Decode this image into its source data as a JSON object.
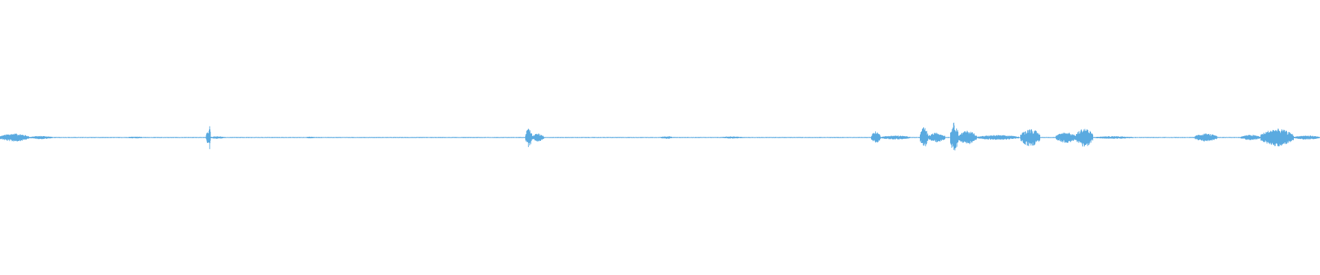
{
  "waveform": {
    "color": "#5aaae0",
    "background": "#ffffff",
    "baseline_amplitude": 0.004,
    "segments": [
      {
        "start": 0.0,
        "end": 0.022,
        "amplitude": 0.03
      },
      {
        "start": 0.022,
        "end": 0.04,
        "amplitude": 0.012
      },
      {
        "start": 0.095,
        "end": 0.11,
        "amplitude": 0.007
      },
      {
        "start": 0.156,
        "end": 0.159,
        "amplitude": 0.045
      },
      {
        "start": 0.158,
        "end": 0.1595,
        "amplitude": 0.09
      },
      {
        "start": 0.159,
        "end": 0.17,
        "amplitude": 0.01
      },
      {
        "start": 0.23,
        "end": 0.24,
        "amplitude": 0.006
      },
      {
        "start": 0.398,
        "end": 0.403,
        "amplitude": 0.07
      },
      {
        "start": 0.403,
        "end": 0.412,
        "amplitude": 0.03
      },
      {
        "start": 0.5,
        "end": 0.51,
        "amplitude": 0.01
      },
      {
        "start": 0.545,
        "end": 0.565,
        "amplitude": 0.008
      },
      {
        "start": 0.66,
        "end": 0.667,
        "amplitude": 0.045
      },
      {
        "start": 0.667,
        "end": 0.69,
        "amplitude": 0.015
      },
      {
        "start": 0.697,
        "end": 0.703,
        "amplitude": 0.075
      },
      {
        "start": 0.703,
        "end": 0.716,
        "amplitude": 0.035
      },
      {
        "start": 0.72,
        "end": 0.726,
        "amplitude": 0.11
      },
      {
        "start": 0.726,
        "end": 0.74,
        "amplitude": 0.05
      },
      {
        "start": 0.74,
        "end": 0.772,
        "amplitude": 0.018
      },
      {
        "start": 0.773,
        "end": 0.788,
        "amplitude": 0.065
      },
      {
        "start": 0.8,
        "end": 0.815,
        "amplitude": 0.04
      },
      {
        "start": 0.815,
        "end": 0.828,
        "amplitude": 0.07
      },
      {
        "start": 0.828,
        "end": 0.86,
        "amplitude": 0.01
      },
      {
        "start": 0.905,
        "end": 0.922,
        "amplitude": 0.03
      },
      {
        "start": 0.94,
        "end": 0.955,
        "amplitude": 0.02
      },
      {
        "start": 0.955,
        "end": 0.98,
        "amplitude": 0.065
      },
      {
        "start": 0.98,
        "end": 1.0,
        "amplitude": 0.015
      }
    ]
  }
}
